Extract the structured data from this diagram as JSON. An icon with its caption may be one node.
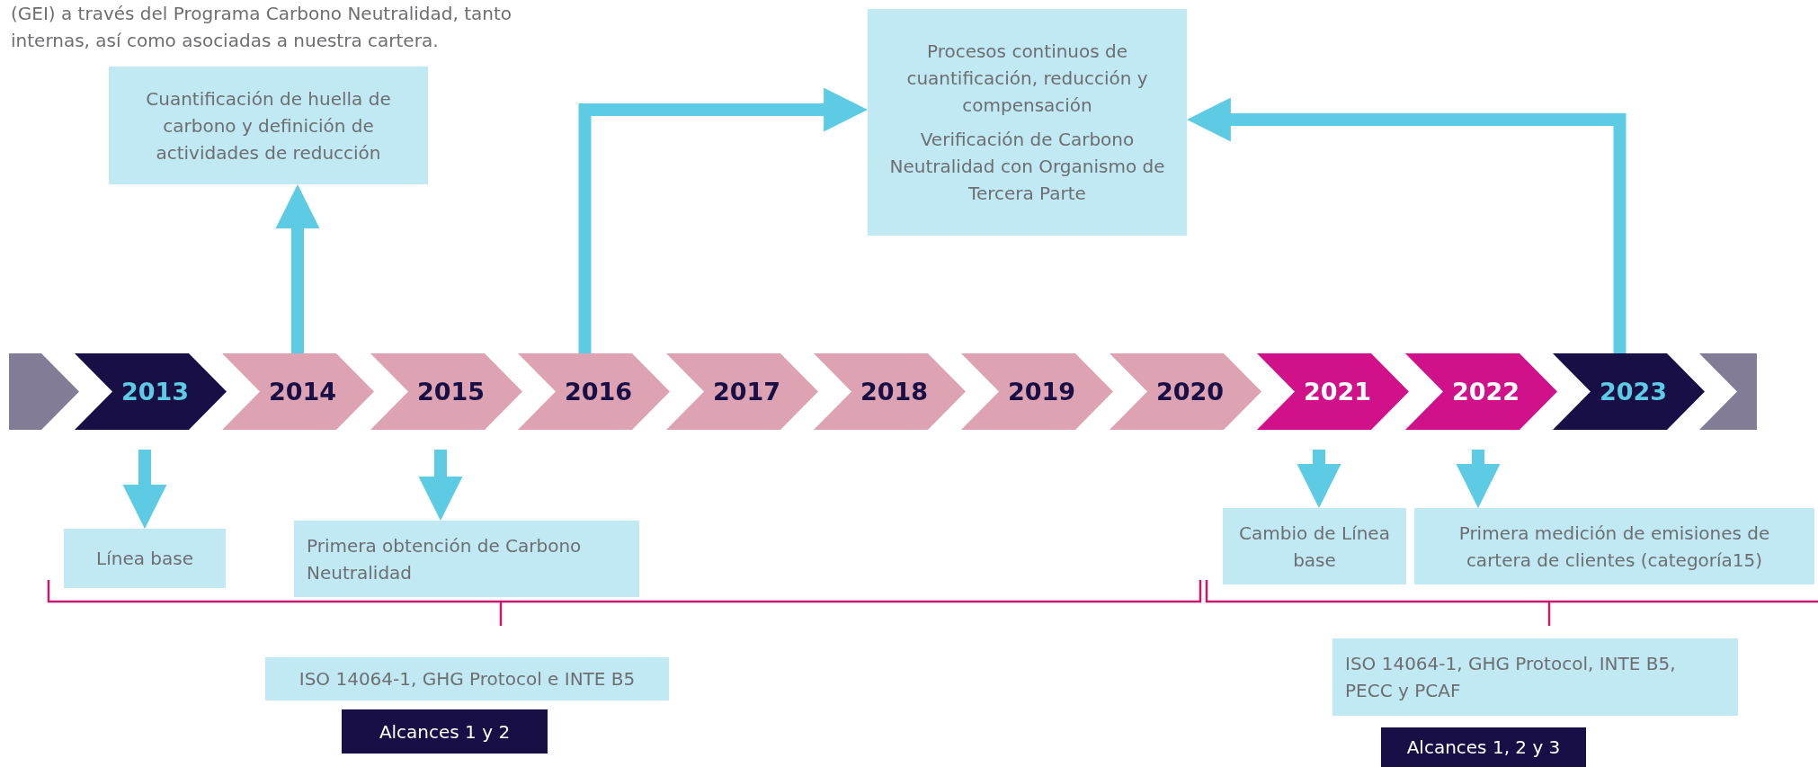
{
  "diagram": {
    "nodes": [
      {
        "text": [
          "Cuantificación de huella de carbono y definición de actividades de reducción"
        ]
      },
      {
        "text": [
          "Procesos continuos de cuantificación, reducción y compensación",
          "Verificación de Carbono Neutralidad con Organismo de Tercera Parte"
        ]
      },
      {
        "text": [],
        "shape": "chevron"
      },
      {
        "text": [
          "2013"
        ]
      },
      {
        "text": [
          "2014"
        ]
      },
      {
        "text": [
          "2015"
        ]
      },
      {
        "text": [
          "2016"
        ]
      },
      {
        "text": [
          "2017"
        ]
      },
      {
        "text": [
          "2018"
        ]
      },
      {
        "text": [
          "2019"
        ]
      },
      {
        "text": [
          "2020"
        ]
      },
      {
        "text": [
          "2021"
        ]
      },
      {
        "text": [
          "2022"
        ]
      },
      {
        "text": [
          "2023"
        ]
      },
      {
        "text": [],
        "shape": "chevron"
      },
      {
        "text": [
          "Línea base"
        ]
      },
      {
        "text": [
          "Primera obtención de Carbono Neutralidad"
        ]
      },
      {
        "text": [
          "Cambio de Línea base"
        ]
      },
      {
        "text": [
          "Primera medición de emisiones de cartera de clientes (categoría15)"
        ]
      },
      {
        "text": [
          "ISO 14064-1, GHG Protocol e INTE B5"
        ]
      },
      {
        "text": [
          "Alcances 1 y 2"
        ]
      },
      {
        "text": [
          "ISO 14064-1, GHG Protocol, INTE B5, PECC y PCAF"
        ]
      },
      {
        "text": [
          "Alcances 1, 2 y 3"
        ]
      }
    ],
    "edges": [
      {
        "from": 4,
        "to": 0,
        "arrow": "to"
      },
      {
        "from": 6,
        "to": 1,
        "arrow": "to"
      },
      {
        "from": 13,
        "to": 1,
        "arrow": "to"
      },
      {
        "from": 3,
        "to": 15,
        "arrow": "to"
      },
      {
        "from": 5,
        "to": 16,
        "arrow": "to"
      },
      {
        "from": 11,
        "to": 17,
        "arrow": "to"
      },
      {
        "from": 12,
        "to": 18,
        "arrow": "to"
      }
    ],
    "labels": [
      "(GEI) a través del Programa Carbono Neutralidad, tanto internas, así como asociadas a nuestra cartera."
    ]
  }
}
